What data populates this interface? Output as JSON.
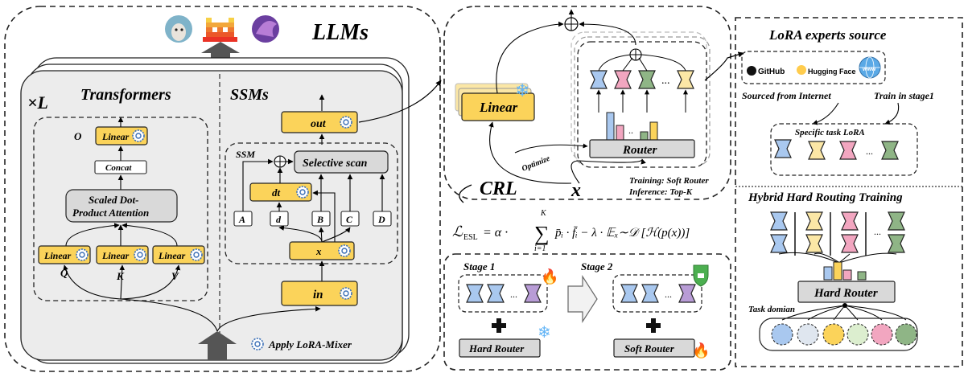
{
  "colors": {
    "yellow": "#fbd35a",
    "blue": "#a9c8ef",
    "pink": "#f2a6c0",
    "green": "#8fb586",
    "cream": "#fbe7a6",
    "panel_gray": "#ececec",
    "box_gray": "#d9d9d9",
    "dark_arrow": "#555555",
    "ice": "#64b5f6",
    "fire": "#ff7043",
    "shield": "#4caf50"
  },
  "left": {
    "llms_label": "LLMs",
    "repeat_label": "×L",
    "transformers": {
      "title": "Transformers",
      "o_label": "O",
      "linear_top": "Linear",
      "concat": "Concat",
      "attention_line1": "Scaled Dot-",
      "attention_line2": "Product Attention",
      "linear_q": "Linear",
      "linear_k": "Linear",
      "linear_v": "Linear",
      "q": "Q",
      "k": "K",
      "v": "V"
    },
    "ssms": {
      "title": "SSMs",
      "out": "out",
      "ssm_label": "SSM",
      "selective_scan": "Selective scan",
      "dt": "dt",
      "a": "A",
      "d_small": "d",
      "b": "B",
      "c": "C",
      "d_big": "D",
      "x": "x",
      "in": "in"
    },
    "apply_label": "Apply LoRA-Mixer"
  },
  "middle": {
    "linear": "Linear",
    "router": "Router",
    "optimize": "Optimize",
    "crl": "CRL",
    "x": "x",
    "training_note": "Training: Soft Router",
    "inference_note": "Inference: Top-K",
    "formula": {
      "lhs": "ℒ",
      "lhs_sub": "ESL",
      "eq": " = α · ",
      "sum_top": "K",
      "sum_bottom": "i=1",
      "rhs": "p̄ᵢ · f̄ᵢ − λ · 𝔼ₓ∼𝒟 [ℋ(p(x))]"
    },
    "stage1": "Stage 1",
    "stage2": "Stage 2",
    "hard_router": "Hard Router",
    "soft_router": "Soft Router",
    "dots": "..."
  },
  "right": {
    "title": "LoRA experts source",
    "github": "GitHub",
    "huggingface": "Hugging Face",
    "www": "www",
    "sourced": "Sourced from Internet",
    "train_stage1": "Train in stage1",
    "specific": "Specific task LoRA",
    "hybrid_title": "Hybrid Hard Routing Training",
    "hard_router": "Hard Router",
    "task_domain": "Task domian",
    "dots": "..."
  }
}
